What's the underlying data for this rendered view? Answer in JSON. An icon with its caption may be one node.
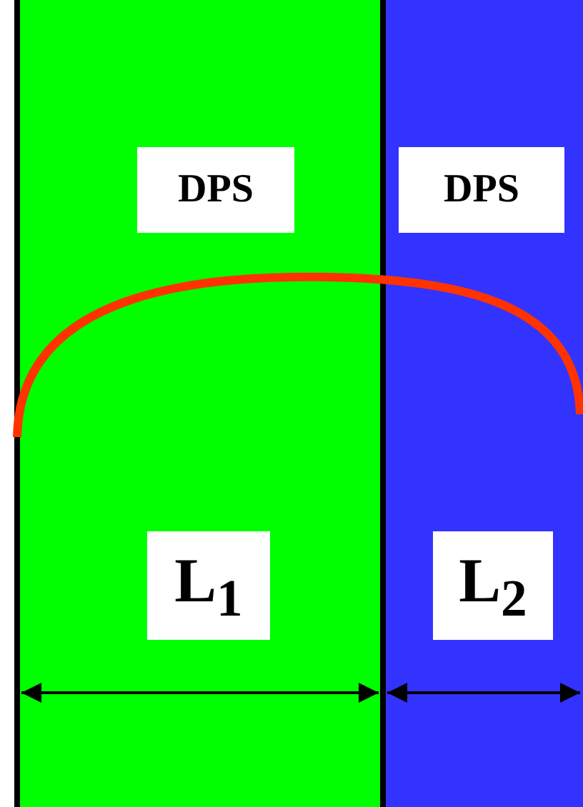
{
  "diagram": {
    "nodes": [
      {
        "text": [
          "DPS"
        ]
      },
      {
        "text": [
          "DPS"
        ]
      },
      {
        "text": [
          "L$_{1}$"
        ]
      },
      {
        "text": [
          "L$_{2}$"
        ]
      }
    ],
    "edges": []
  }
}
